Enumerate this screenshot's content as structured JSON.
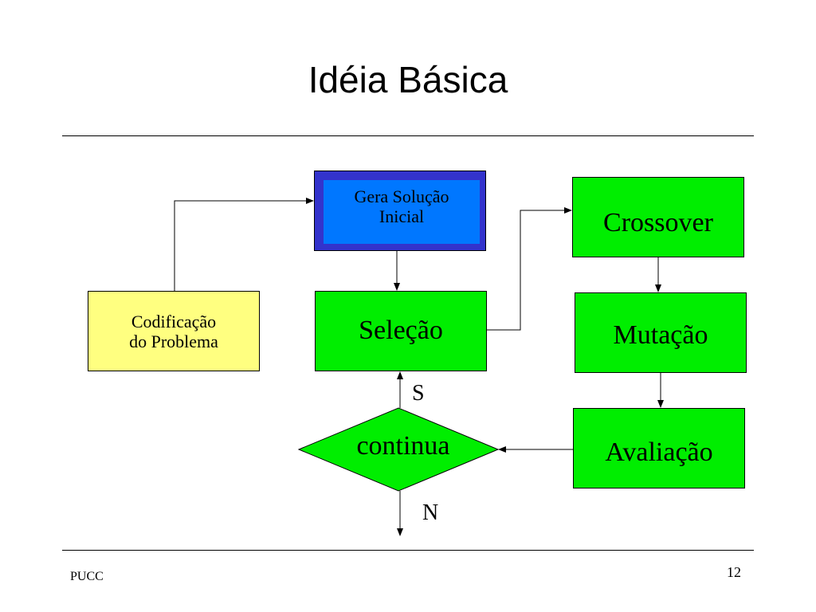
{
  "slide": {
    "title": "Idéia Básica",
    "footer_left": "PUCC",
    "page_number": "12"
  },
  "diagram": {
    "codificacao": "Codificação\ndo Problema",
    "gera_solucao": "Gera Solução\nInicial",
    "selecao": "Seleção",
    "crossover": "Crossover",
    "mutacao": "Mutação",
    "avaliacao": "Avaliação",
    "decision": "continua",
    "yes_label": "S",
    "no_label": "N"
  },
  "colors": {
    "process_green": "#00ee00",
    "input_yellow": "#ffff80",
    "start_blue_outer": "#3333cc",
    "start_blue_inner": "#0077ff"
  }
}
